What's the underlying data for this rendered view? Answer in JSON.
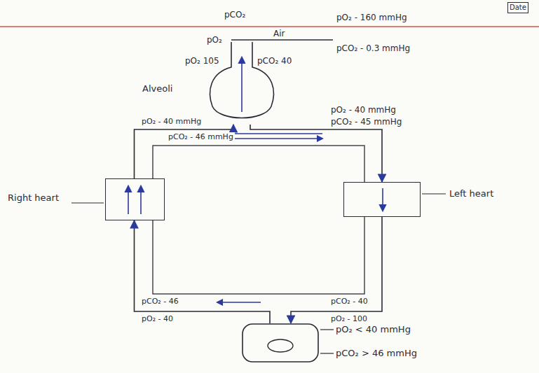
{
  "diagram": {
    "nodes": [
      {
        "text": [
          "Alveoli"
        ]
      },
      {
        "text": [
          "Right heart"
        ]
      },
      {
        "text": [
          "Left heart"
        ]
      },
      {
        "text": [
          "pO₂ < 40 mmHg",
          "pCO₂ > 46 mmHg"
        ]
      }
    ],
    "edges": [
      {
        "from": 1,
        "to": 0,
        "arrow": "to"
      },
      {
        "from": 0,
        "to": 2,
        "arrow": "to"
      },
      {
        "from": 2,
        "to": 3,
        "arrow": "to"
      },
      {
        "from": 3,
        "to": 1,
        "arrow": "to"
      }
    ],
    "labels": [
      "Date",
      "pCO₂",
      "pO₂",
      "Air",
      "pO₂ - 160 mmHg",
      "pCO₂ - 0.3 mmHg",
      "pO₂ 105",
      "pCO₂ 40",
      "pO₂ - 40 mmHg",
      "pCO₂ - 45 mmHg",
      "pO₂ - 40 mmHg",
      "pCO₂ - 46 mmHg",
      "pCO₂ - 46",
      "pO₂ - 40",
      "pCO₂ - 40",
      "pO₂ - 100"
    ]
  }
}
